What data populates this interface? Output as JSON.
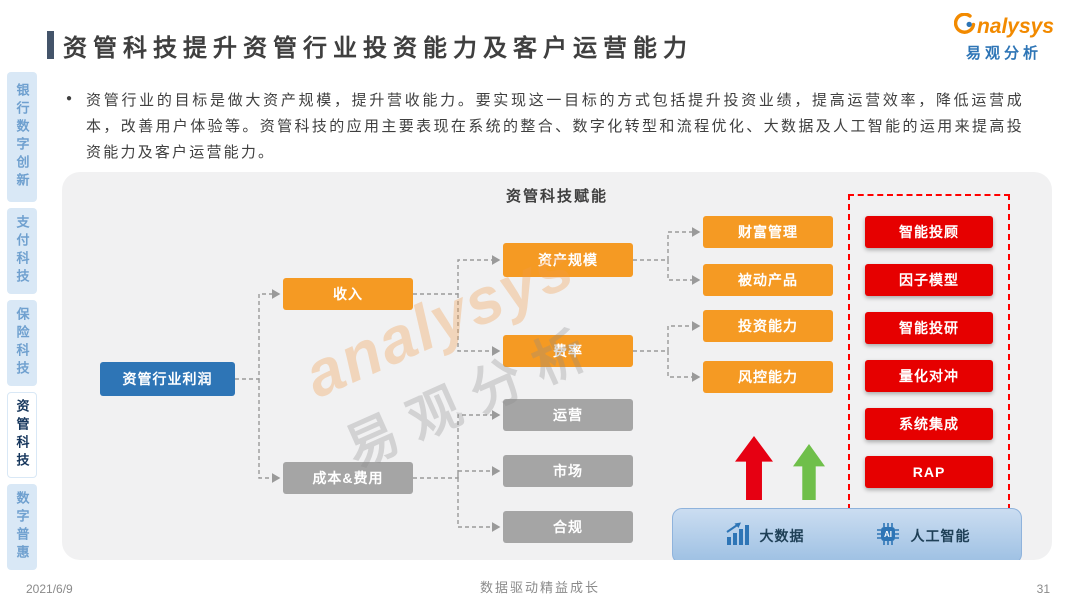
{
  "header": {
    "title": "资管科技提升资管行业投资能力及客户运营能力"
  },
  "logo": {
    "brand": "nalysys",
    "subtitle": "易观分析"
  },
  "intro": {
    "text": "资管行业的目标是做大资产规模，提升营收能力。要实现这一目标的方式包括提升投资业绩，提高运营效率，降低运营成本，改善用户体验等。资管科技的应用主要表现在系统的整合、数字化转型和流程优化、大数据及人工智能的运用来提高投资能力及客户运营能力。"
  },
  "sidebar": {
    "items": [
      {
        "label": "银行数字创新",
        "active": false
      },
      {
        "label": "支付科技",
        "active": false
      },
      {
        "label": "保险科技",
        "active": false
      },
      {
        "label": "资管科技",
        "active": true
      },
      {
        "label": "数字普惠",
        "active": false
      }
    ]
  },
  "diagram": {
    "title": "资管科技赋能",
    "root": "资管行业利润",
    "income": "收入",
    "cost": "成本&费用",
    "mid": [
      "资产规模",
      "费率",
      "运营",
      "市场",
      "合规"
    ],
    "outcomes": [
      "财富管理",
      "被动产品",
      "投资能力",
      "风控能力"
    ],
    "tech": [
      "智能投顾",
      "因子模型",
      "智能投研",
      "量化对冲",
      "系统集成",
      "RAP"
    ],
    "enablers": [
      {
        "icon": "bar-chart-icon",
        "label": "大数据"
      },
      {
        "icon": "ai-chip-icon",
        "label": "人工智能"
      }
    ],
    "ai_text": "AI",
    "watermark_line1": "analysys",
    "watermark_line2": "易观分析"
  },
  "footer": {
    "date": "2021/6/9",
    "center": "数据驱动精益成长",
    "page": "31"
  },
  "colors": {
    "accent": "#44546A",
    "orange": "#F59A23",
    "gray": "#A5A5A5",
    "blue": "#2E75B6",
    "red": "#E60000",
    "green": "#6FBF4A",
    "panel_bg": "#F1F1F2",
    "tab_bg": "#D9E8F6"
  }
}
